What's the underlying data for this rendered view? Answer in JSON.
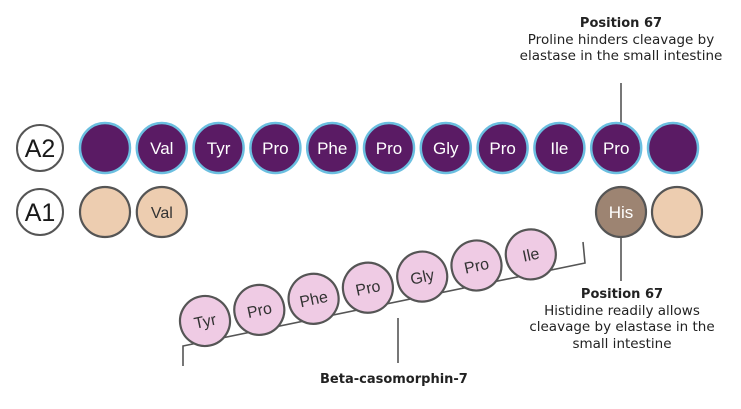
{
  "chains": {
    "a2": {
      "label": "A2",
      "residues": [
        "",
        "Val",
        "Tyr",
        "Pro",
        "Phe",
        "Pro",
        "Gly",
        "Pro",
        "Ile",
        "Pro",
        ""
      ]
    },
    "a1": {
      "label": "A1",
      "left_residues": [
        "",
        "Val"
      ],
      "right_residues": [
        "His",
        ""
      ]
    }
  },
  "peptide": {
    "residues": [
      "Tyr",
      "Pro",
      "Phe",
      "Pro",
      "Gly",
      "Pro",
      "Ile"
    ],
    "label": "Beta-casomorphin-7"
  },
  "annotations": {
    "top": {
      "heading": "Position 67",
      "lines": [
        "Proline hinders cleavage by",
        "elastase in the small intestine"
      ]
    },
    "bottom": {
      "heading": "Position 67",
      "lines": [
        "Histidine readily allows",
        "cleavage by elastase in the",
        "small intestine"
      ]
    }
  },
  "colors": {
    "a2_fill": "#5a1b64",
    "a2_stroke": "#6bbfe0",
    "a1_fill": "#edcdb0",
    "a1_his_fill": "#9d8472",
    "a1_stroke": "#555555",
    "peptide_fill": "#efcbe4",
    "peptide_stroke": "#555555",
    "line": "#555555"
  }
}
